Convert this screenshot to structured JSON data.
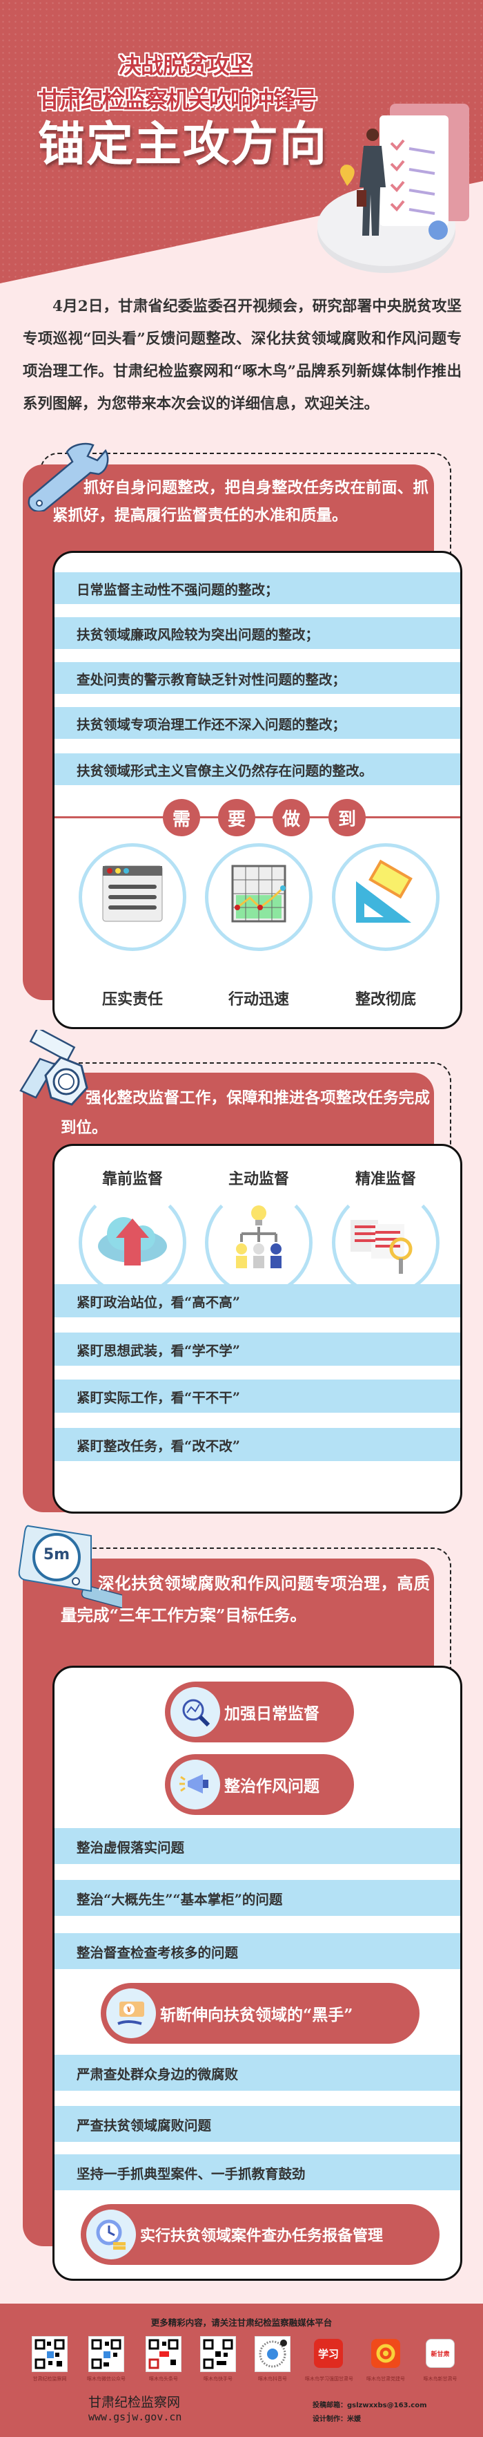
{
  "header": {
    "line1": "决战脱贫攻坚",
    "line2": "甘肃纪检监察机关吹响冲锋号",
    "line3": "锚定主攻方向"
  },
  "intro": "4月2日，甘肃省纪委监委召开视频会，研究部署中央脱贫攻坚专项巡视“回头看”反馈问题整改、深化扶贫领域腐败和作风问题专项治理工作。甘肃纪检监察网和“啄木鸟”品牌系列新媒体制作推出系列图解，为您带来本次会议的详细信息，欢迎关注。",
  "section1": {
    "icon": "wrench-icon",
    "headline": "抓好自身问题整改，把自身整改任务改在前面、抓紧抓好，提高履行监督责任的水准和质量。",
    "items": [
      "日常监督主动性不强问题的整改；",
      "扶贫领域廉政风险较为突出问题的整改；",
      "查处问责的警示教育缺乏针对性问题的整改；",
      "扶贫领域专项治理工作还不深入问题的整改；",
      "扶贫领域形式主义官僚主义仍然存在问题的整改。"
    ],
    "need_chars": [
      "需",
      "要",
      "做",
      "到"
    ],
    "goals": [
      {
        "label": "压实责任",
        "icon": "browser-window-icon"
      },
      {
        "label": "行动迅速",
        "icon": "line-chart-grid-icon"
      },
      {
        "label": "整改彻底",
        "icon": "ruler-eraser-icon"
      }
    ]
  },
  "section2": {
    "icon": "bolt-nut-icon",
    "headline": "强化整改监督工作，保障和推进各项整改任务完成到位。",
    "columns": [
      {
        "label": "靠前监督",
        "icon": "cloud-upload-icon"
      },
      {
        "label": "主动监督",
        "icon": "lightbulb-team-icon"
      },
      {
        "label": "精准监督",
        "icon": "document-magnifier-icon"
      }
    ],
    "items": [
      "紧盯政治站位，看“高不高”",
      "紧盯思想武装，看“学不学”",
      "紧盯实际工作，看“干不干”",
      "紧盯整改任务，看“改不改”"
    ]
  },
  "section3": {
    "icon": "tape-measure-icon",
    "tape_label": "5m",
    "headline": "深化扶贫领域腐败和作风问题专项治理，高质量完成“三年工作方案”目标任务。",
    "pill1": {
      "label": "加强日常监督",
      "icon": "magnifier-chart-icon"
    },
    "pill2": {
      "label": "整治作风问题",
      "icon": "megaphone-icon"
    },
    "items_a": [
      "整治虚假落实问题",
      "整治“大概先生”“基本掌柜”的问题",
      "整治督查检查考核多的问题"
    ],
    "pill3": {
      "label": "斩断伸向扶贫领域的“黑手”",
      "icon": "money-hand-icon"
    },
    "items_b": [
      "严肃查处群众身边的微腐败",
      "严查扶贫领域腐败问题",
      "坚持一手抓典型案件、一手抓教育鼓劲"
    ],
    "pill4": {
      "label": "实行扶贫领域案件查办任务报备管理",
      "icon": "clock-coins-icon"
    }
  },
  "footer": {
    "follow": "更多精彩内容，请关注甘肃纪检监察融媒体平台",
    "platforms": [
      "甘肃纪检监察网",
      "啄木鸟微信公众号",
      "啄木鸟头条号",
      "啄木鸟快手号",
      "啄木鸟抖音号",
      "啄木鸟学习强国甘肃号",
      "啄木鸟甘肃党建号",
      "啄木鸟新甘肃号"
    ],
    "app_logos": [
      "学习",
      "",
      "新甘肃"
    ],
    "site_name": "甘肃纪检监察网",
    "site_url": "www.gsjw.gov.cn",
    "email_label": "投稿邮箱：",
    "email": "gslzwxxbs@163.com",
    "design_label": "设计制作：",
    "designer": "米媛"
  },
  "colors": {
    "primary_red": "#c95a5a",
    "background_pink": "#fde9ea",
    "row_blue": "#b4e1f5"
  }
}
